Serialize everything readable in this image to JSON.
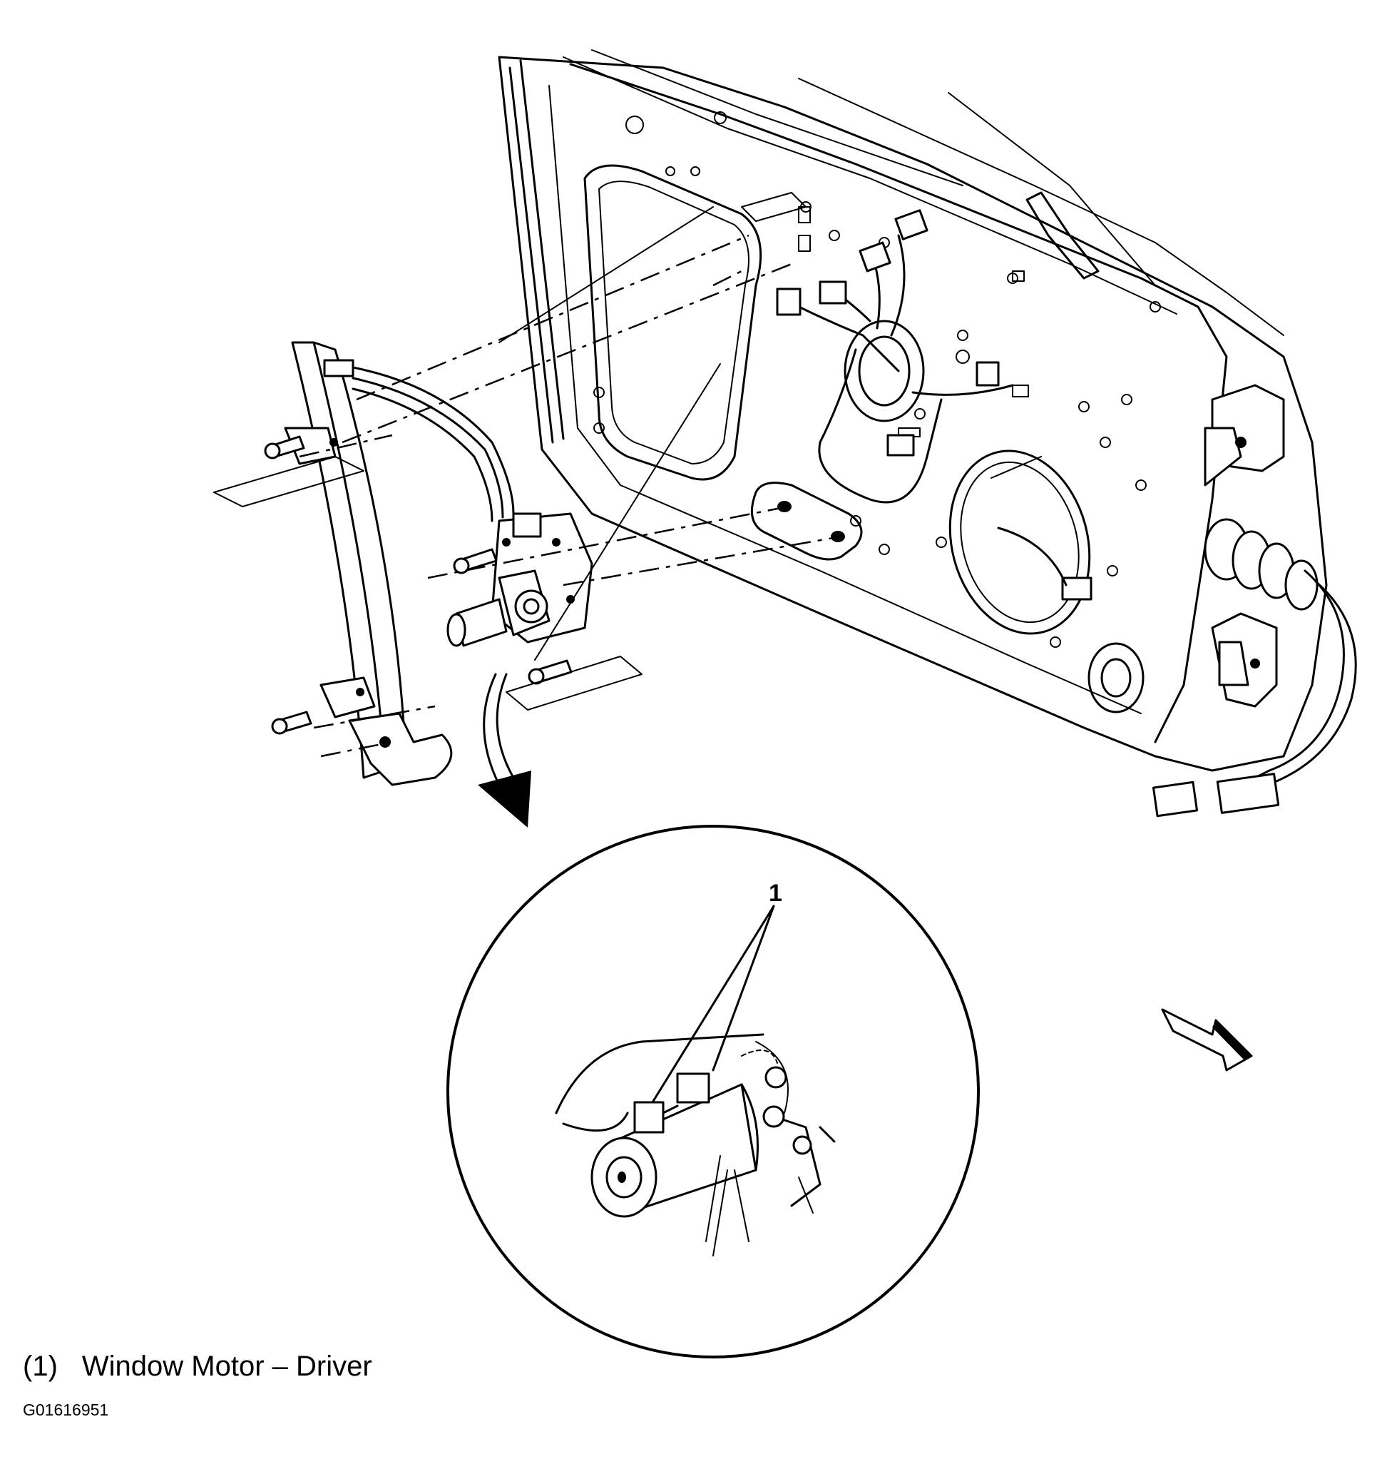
{
  "diagram": {
    "callout_number": "1",
    "legend": [
      {
        "number": "(1)",
        "text": "Window Motor – Driver"
      }
    ],
    "figure_id": "G01616951",
    "parts": {
      "door_panel": "door-inner-panel",
      "regulator": "window-regulator",
      "motor": "window-motor",
      "detail_view": "window-motor-connectors-detail",
      "direction_arrow": "front-of-vehicle-arrow"
    }
  }
}
